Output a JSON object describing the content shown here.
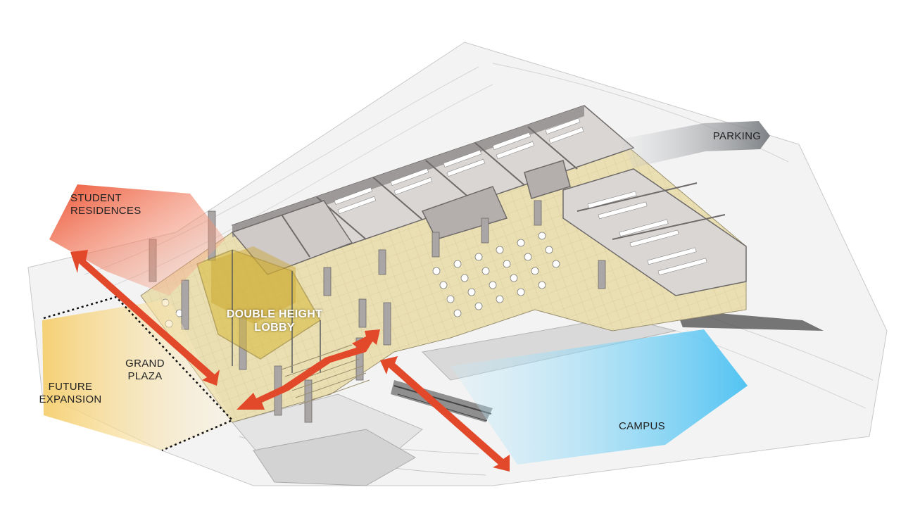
{
  "labels": {
    "parking": "PARKING",
    "student_residences": "STUDENT\nRESIDENCES",
    "double_height_lobby": "DOUBLE HEIGHT\nLOBBY",
    "grand_plaza": "GRAND\nPLAZA",
    "future_expansion": "FUTURE\nEXPANSION",
    "campus": "CAMPUS"
  },
  "colors": {
    "residences_zone": "#ef5a3a",
    "campus_zone": "#5ec8f0",
    "parking_arrow": "#8e9094",
    "future_expansion_zone": "#f6d889",
    "circulation_arrow": "#e2492b",
    "floor": "#e8dcae",
    "lobby_highlight": "#d9b735",
    "walls": "#8f8b8a"
  }
}
